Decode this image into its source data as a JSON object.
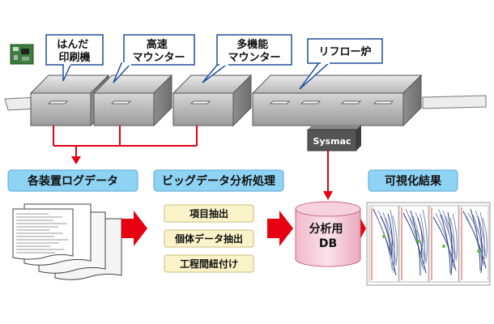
{
  "machines": {
    "solder_printer": "はんだ\n印刷機",
    "high_speed_mounter": "高速\nマウンター",
    "multi_function_mounter": "多機能\nマウンター",
    "reflow_oven": "リフロー炉"
  },
  "sysmac_label": "Sysmac",
  "sections": {
    "device_log": "各装置ログデータ",
    "big_data": "ビッグデータ分析処理",
    "visualization": "可視化結果"
  },
  "steps": [
    "項目抽出",
    "個体データ抽出",
    "工程間紐付け"
  ],
  "database_label": "分析用\nDB",
  "colors": {
    "callout_border": "#1f4e9c",
    "section_fill": "#8fd3f4",
    "step_fill": "#fbf3c9",
    "arrow_red": "#e60012",
    "db_fill": "#f7d2de",
    "sysmac_fill": "#555555"
  }
}
